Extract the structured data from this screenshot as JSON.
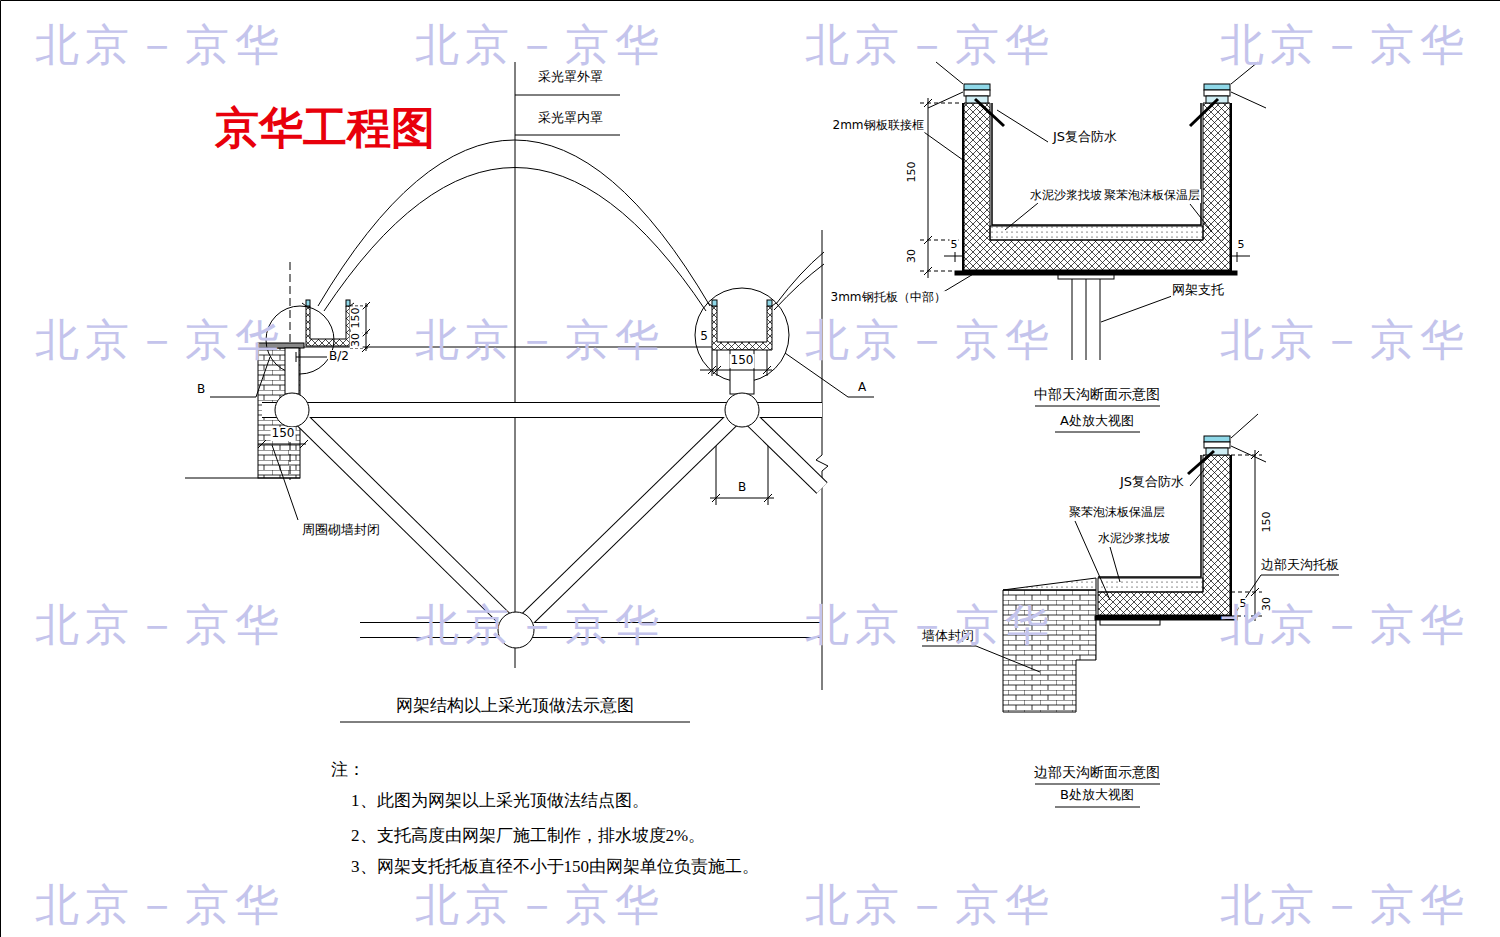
{
  "diagram": {
    "title": "京华工程图",
    "caption": "网架结构以上采光顶做法示意图",
    "labels": [
      "采光罩外罩",
      "采光罩内罩",
      "150",
      "30",
      "B/2",
      "5",
      "150",
      "B",
      "A",
      "150",
      "B",
      "周圈砌墙封闭",
      "注：",
      "1、此图为网架以上采光顶做法结点图。",
      "2、支托高度由网架厂施工制作，排水坡度2%。",
      "3、网架支托托板直径不小于150由网架单位负责施工。",
      "2mm钢板联接框",
      "JS复合防水",
      "150",
      "水泥沙浆找坡",
      "聚苯泡沫板保温层",
      "30",
      "5",
      "5",
      "3mm钢托板（中部）",
      "网架支托",
      "中部天沟断面示意图",
      "A处放大视图",
      "JS复合防水",
      "聚苯泡沫板保温层",
      "水泥沙浆找坡",
      "150",
      "边部天沟托板",
      "5",
      "30",
      "墙体封闭",
      "边部天沟断面示意图",
      "B处放大视图",
      "北京－京华",
      "北京－京华",
      "北京－京华",
      "北京－京华",
      "北京－京华",
      "北京－京华",
      "北京－京华",
      "北京－京华",
      "北京－京华",
      "北京－京华",
      "北京－京华",
      "北京－京华",
      "北京－京华",
      "北京－京华",
      "北京－京华",
      "北京－京华"
    ]
  }
}
